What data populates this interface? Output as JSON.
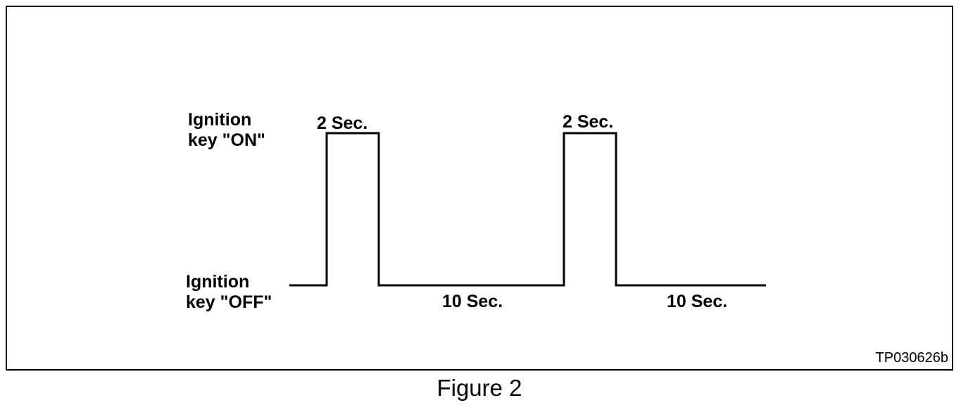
{
  "diagram": {
    "states": {
      "on": "Ignition\nkey \"ON\"",
      "off": "Ignition\nkey \"OFF\""
    },
    "pulses": [
      {
        "label": "2 Sec."
      },
      {
        "label": "2 Sec."
      }
    ],
    "gaps": [
      {
        "label": "10 Sec."
      },
      {
        "label": "10 Sec."
      }
    ],
    "reference": "TP030626b"
  },
  "caption": "Figure 2"
}
